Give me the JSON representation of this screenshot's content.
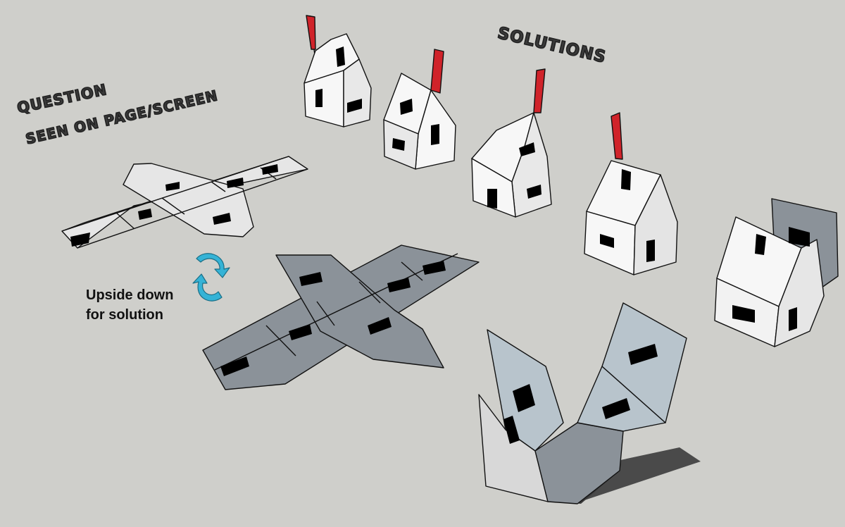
{
  "labels": {
    "question": "QUESTION",
    "question_sub": "SEEN ON PAGE/SCREEN",
    "solutions": "SOLUTIONS",
    "flip_line1": "Upside down",
    "flip_line2": "for solution"
  },
  "colors": {
    "background": "#cfcfcb",
    "net_light": "#e6e6e6",
    "net_dark": "#8b9299",
    "house_wall": "#f7f7f7",
    "house_side": "#e4e4e4",
    "flag": "#d0232a",
    "window": "#000000",
    "rotate_arrow": "#35b3d6",
    "folding_light": "#b8c4cc",
    "folding_shadow": "#4a4a4a"
  },
  "icons": {
    "rotate": "rotate-arrows-icon"
  }
}
